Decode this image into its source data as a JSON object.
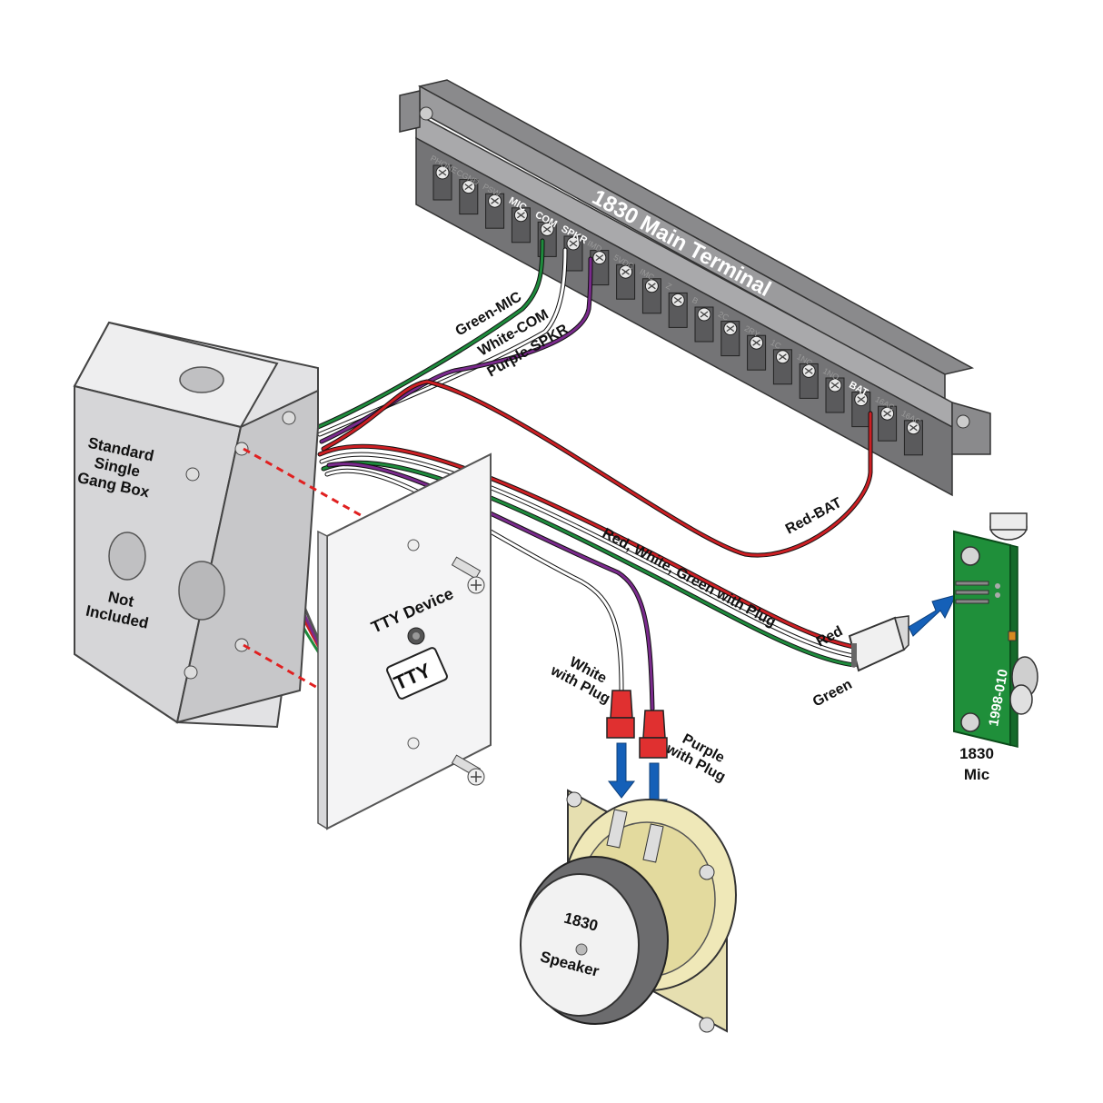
{
  "terminal": {
    "title": "1830 Main Terminal",
    "labels": [
      "PHONE",
      "CGND",
      "PSW",
      "MIC",
      "COM",
      "SPKR",
      "IMD",
      "5VDC",
      "IMC",
      "Z",
      "B",
      "2C",
      "2RY",
      "1C",
      "1NC",
      "1NO",
      "BAT",
      "16AC",
      "16AC"
    ],
    "active": [
      "MIC",
      "COM",
      "SPKR",
      "BAT"
    ]
  },
  "gang_box": {
    "label_line1": "Standard",
    "label_line2": "Single",
    "label_line3": "Gang Box",
    "note_line1": "Not",
    "note_line2": "Included"
  },
  "tty": {
    "device_label": "TTY Device",
    "badge": "TTY"
  },
  "wires": {
    "green_mic": "Green-MIC",
    "white_com": "White-COM",
    "purple_spkr": "Purple-SPKR",
    "red_bat": "Red-BAT",
    "rwg_plug": "Red, White, Green with Plug",
    "red": "Red",
    "green": "Green",
    "white_plug_line1": "White",
    "white_plug_line2": "with Plug",
    "purple_plug_line1": "Purple",
    "purple_plug_line2": "with Plug"
  },
  "speaker": {
    "line1": "1830",
    "line2": "Speaker"
  },
  "mic": {
    "board_code": "1998-010",
    "line1": "1830",
    "line2": "Mic"
  },
  "colors": {
    "wire_green": "#1e8a3c",
    "wire_white": "#ffffff",
    "wire_purple": "#7a2a8c",
    "wire_red": "#cc1f24",
    "arrow_blue": "#1560b8",
    "terminal_gray": "#6e6e70",
    "pcb_green": "#1f8f3a"
  }
}
